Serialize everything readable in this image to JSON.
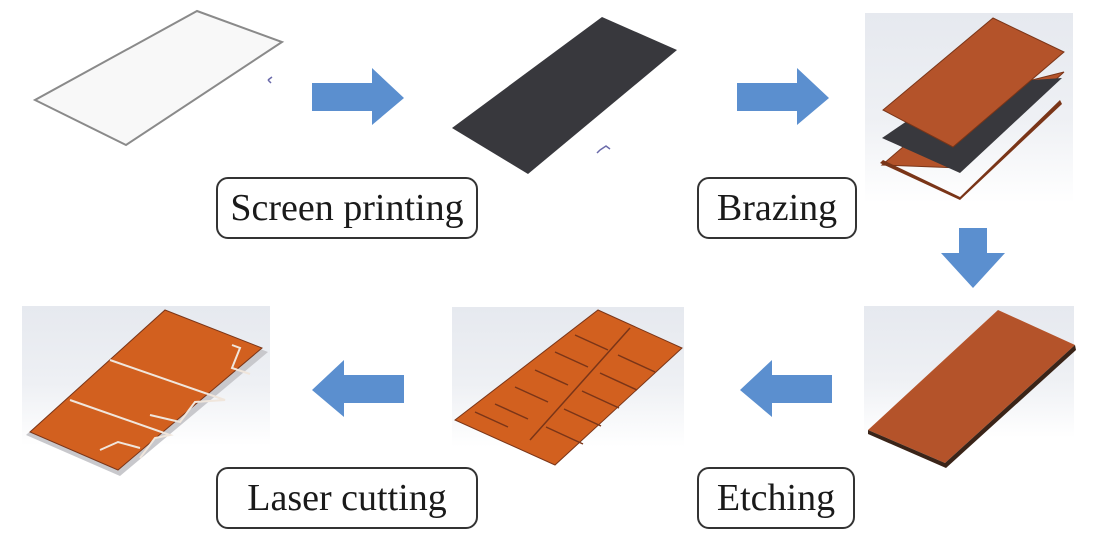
{
  "diagram": {
    "type": "process-flow",
    "steps": [
      {
        "id": "ceramic-substrate",
        "label": "",
        "description": "blank ceramic plate"
      },
      {
        "id": "screen-printed",
        "label": "Screen printing",
        "description": "plate with dark paste layer"
      },
      {
        "id": "brazing-stack",
        "label": "Brazing",
        "description": "copper / paste / copper stack"
      },
      {
        "id": "bonded-plate",
        "label": "",
        "description": "bonded copper plate"
      },
      {
        "id": "etched-plate",
        "label": "Etching",
        "description": "etched copper pattern array"
      },
      {
        "id": "laser-cut-unit",
        "label": "Laser cutting",
        "description": "single cut unit"
      }
    ],
    "labels": {
      "screen_printing": "Screen printing",
      "brazing": "Brazing",
      "etching": "Etching",
      "laser_cutting": "Laser cutting"
    },
    "arrows": [
      {
        "from": "ceramic-substrate",
        "to": "screen-printed",
        "direction": "right"
      },
      {
        "from": "screen-printed",
        "to": "brazing-stack",
        "direction": "right"
      },
      {
        "from": "brazing-stack",
        "to": "bonded-plate",
        "direction": "down"
      },
      {
        "from": "bonded-plate",
        "to": "etched-plate",
        "direction": "left"
      },
      {
        "from": "etched-plate",
        "to": "laser-cut-unit",
        "direction": "left"
      }
    ],
    "colors": {
      "arrow": "#5b8fcf",
      "copper": "#b4532a",
      "copper_bright": "#d2601f",
      "paste": "#3a3a3f",
      "ceramic": "#f8f8f8",
      "label_border": "#333333"
    }
  }
}
